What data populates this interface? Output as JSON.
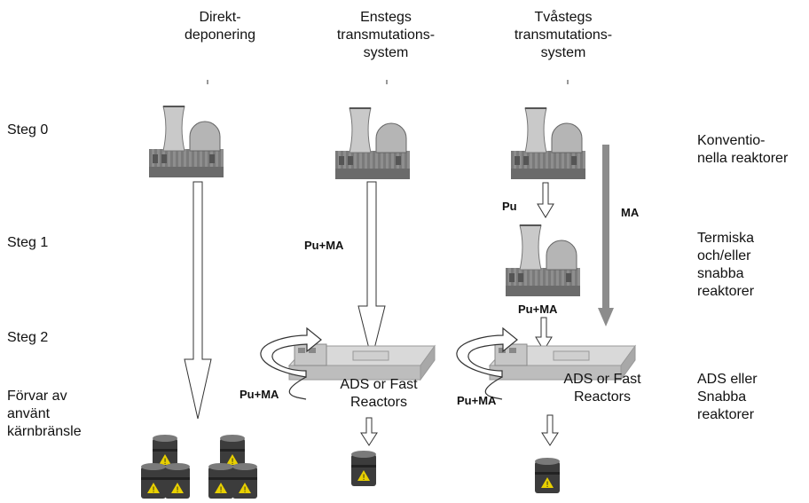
{
  "headers": {
    "col1": "Direkt-\ndeponering",
    "col2": "Enstegs\ntransmutations-\nsystem",
    "col3": "Tvåstegs\ntransmutations-\nsystem"
  },
  "stages": {
    "steg0": "Steg 0",
    "steg1": "Steg 1",
    "steg2": "Steg 2",
    "forvar": "Förvar av\n använt\nkärnbränsle"
  },
  "right_labels": {
    "konv": "Konventio-\nnella reaktorer",
    "termiska": "Termiska\noch/eller\nsnabba\nreaktorer",
    "ads": "ADS eller\nSnabba\nreaktorer"
  },
  "flow_labels": {
    "pu": "Pu",
    "ma": "MA",
    "pu_ma_col2": "Pu+MA",
    "pu_ma_col3": "Pu+MA",
    "pu_ma_loop_left": "Pu+MA",
    "pu_ma_loop_right": "Pu+MA"
  },
  "facility_labels": {
    "ads_col2": "ADS or Fast\nReactors",
    "ads_col3": "ADS or Fast\nReactors"
  },
  "icons": [
    "reactor-icon",
    "accelerator-facility-icon",
    "waste-barrel-icon",
    "down-arrow-icon",
    "recycle-loop-arrow-icon"
  ],
  "colors": {
    "ma_arrow": "#8c8c8c",
    "reactor_body": "#9a9a9a",
    "barrel": "#3a3a3a",
    "hazard": "#e8d000"
  }
}
